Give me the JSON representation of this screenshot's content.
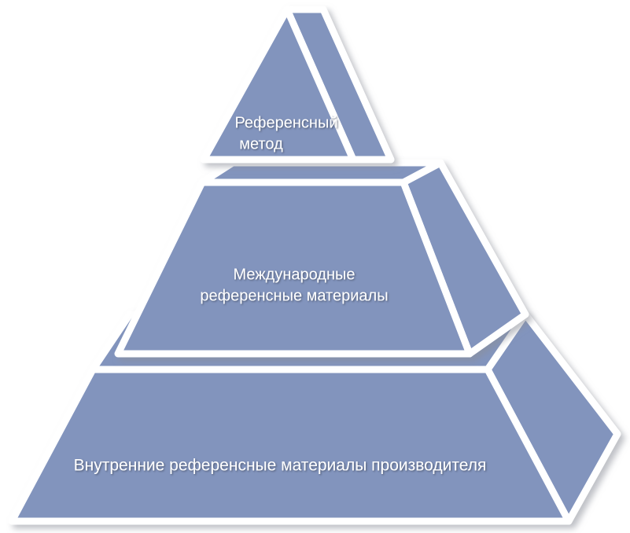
{
  "diagram": {
    "type": "3d-pyramid",
    "title": "",
    "orientation": "apex-top",
    "tier_count": 3,
    "colors": {
      "tier_fill": "#8294bd",
      "tier_side_fill": "#8294bd",
      "tier_top_fill": "#8294bd",
      "outline": "#ffffff",
      "background": "#ffffff",
      "label_text": "#ffffff",
      "shadow": "#9aa0ab"
    },
    "tiers": [
      {
        "level": 1,
        "position": "top",
        "label_line1": "Референсный",
        "label_line2": "метод",
        "label_full": "Референсный метод"
      },
      {
        "level": 2,
        "position": "middle",
        "label_line1": "Международные",
        "label_line2": "референсные материалы",
        "label_full": "Международные референсные материалы"
      },
      {
        "level": 3,
        "position": "bottom",
        "label_line1": "Внутренние референсные материалы производителя",
        "label_line2": "",
        "label_full": "Внутренние референсные материалы производителя"
      }
    ]
  }
}
